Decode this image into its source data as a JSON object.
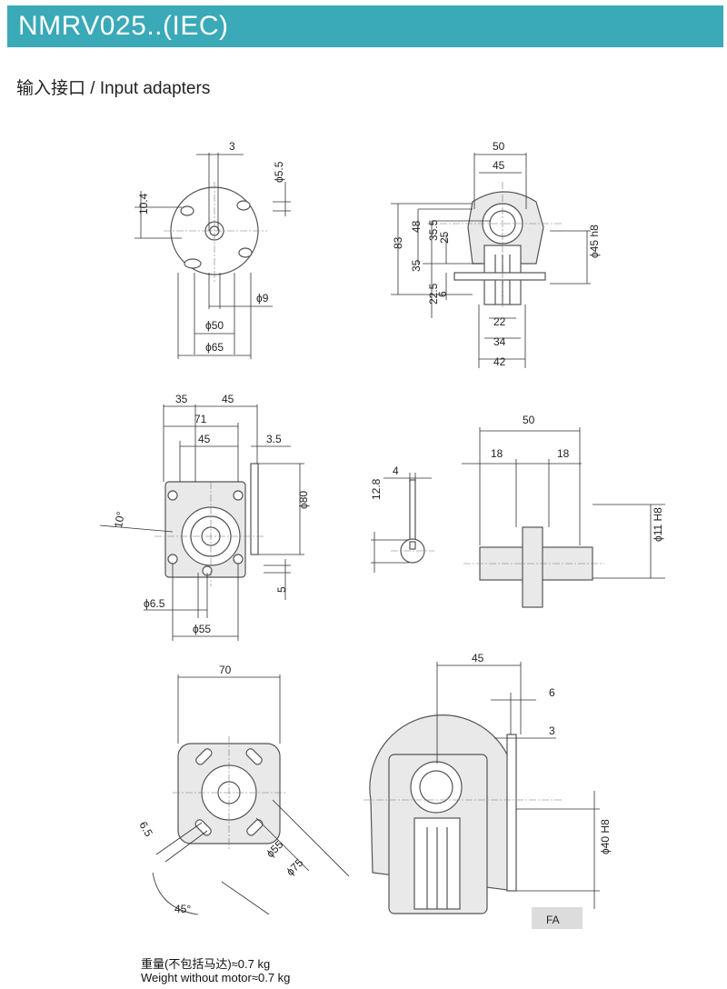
{
  "header": {
    "title": "NMRV025..(IEC)"
  },
  "subtitle": "输入接口 / Input adapters",
  "views": {
    "flange_front": {
      "d3": "3",
      "d10_4": "10.4",
      "d5_5": "ϕ5.5",
      "d9": "ϕ9",
      "d50": "ϕ50",
      "d65": "ϕ65"
    },
    "side_view": {
      "d50": "50",
      "d45": "45",
      "d83": "83",
      "d48": "48",
      "d35_5": "35.5",
      "d25": "25",
      "d35": "35",
      "d22_5": "22.5",
      "d6": "6",
      "d22": "22",
      "d34": "34",
      "d42": "42",
      "d45h8": "ϕ45 h8"
    },
    "gearbox_front": {
      "d35": "35",
      "d45a": "45",
      "d71": "71",
      "d45b": "45",
      "d3_5": "3.5",
      "d80": "ϕ80",
      "d10deg": "10°",
      "d6_5": "ϕ6.5",
      "d55": "ϕ55",
      "d5": "5"
    },
    "key_detail": {
      "d4": "4",
      "d12_8": "12.8"
    },
    "shaft_detail": {
      "d50": "50",
      "d18a": "18",
      "d18b": "18",
      "d11h8": "ϕ11 H8"
    },
    "flange_bottom": {
      "d70": "70",
      "d6_5": "6.5",
      "d55": "ϕ55",
      "d75": "ϕ75",
      "d45deg": "45°"
    },
    "fa_view": {
      "d45": "45",
      "d6": "6",
      "d3": "3",
      "d40h8": "ϕ40 H8",
      "label": "FA"
    }
  },
  "weight": {
    "cn": "重量(不包括马达)≈0.7 kg",
    "en": "Weight without motor≈0.7 kg"
  }
}
